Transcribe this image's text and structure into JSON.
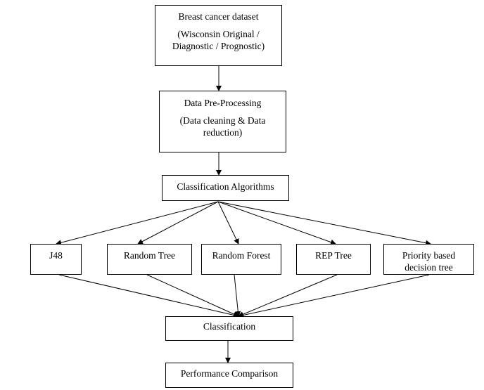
{
  "nodes": {
    "dataset": {
      "title": "Breast cancer dataset",
      "line1": "(Wisconsin Original /",
      "line2": "Diagnostic / Prognostic)"
    },
    "preprocessing": {
      "title": "Data Pre-Processing",
      "line1": "(Data cleaning & Data",
      "line2": "reduction)"
    },
    "algorithms": {
      "title": "Classification Algorithms"
    },
    "j48": {
      "title": "J48"
    },
    "random_tree": {
      "title": "Random Tree"
    },
    "random_forest": {
      "title": "Random Forest"
    },
    "rep_tree": {
      "title": "REP Tree"
    },
    "priority_tree": {
      "line1": "Priority based",
      "line2": "decision tree"
    },
    "classification": {
      "title": "Classification"
    },
    "performance": {
      "title": "Performance Comparison"
    }
  },
  "edges": [
    {
      "from": "dataset",
      "to": "preprocessing"
    },
    {
      "from": "preprocessing",
      "to": "algorithms"
    },
    {
      "from": "algorithms",
      "to": "j48"
    },
    {
      "from": "algorithms",
      "to": "random_tree"
    },
    {
      "from": "algorithms",
      "to": "random_forest"
    },
    {
      "from": "algorithms",
      "to": "rep_tree"
    },
    {
      "from": "algorithms",
      "to": "priority_tree"
    },
    {
      "from": "j48",
      "to": "classification"
    },
    {
      "from": "random_tree",
      "to": "classification"
    },
    {
      "from": "random_forest",
      "to": "classification"
    },
    {
      "from": "rep_tree",
      "to": "classification"
    },
    {
      "from": "priority_tree",
      "to": "classification"
    },
    {
      "from": "classification",
      "to": "performance"
    }
  ],
  "colors": {
    "stroke": "#000000",
    "background": "#ffffff"
  }
}
